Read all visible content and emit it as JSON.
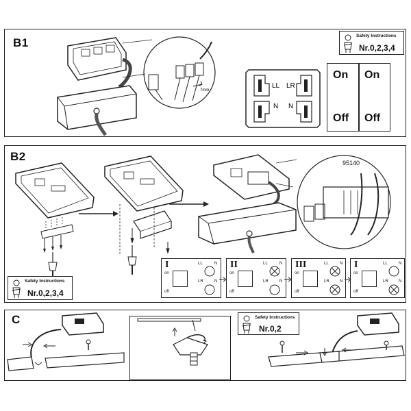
{
  "sections": {
    "b1": {
      "label": "B1"
    },
    "b2": {
      "label": "B2"
    },
    "c": {
      "label": "C"
    }
  },
  "safety": {
    "title": "Safety Instructions",
    "b1_nr": "Nr.0,2,3,4",
    "b2_nr": "Nr.0,2,3,4",
    "c_nr": "Nr.0,2"
  },
  "switch_panel": {
    "on_left": "On",
    "on_right": "On",
    "off_left": "Off",
    "off_right": "Off"
  },
  "terminal_labels": {
    "ll": "LL",
    "lr": "LR",
    "n_left": "N",
    "n_right": "N"
  },
  "b1_detail": {
    "dim": "7mm"
  },
  "b2_detail": {
    "model": "95140"
  },
  "steps": [
    {
      "roman": "I",
      "on": "on",
      "off": "off",
      "top": "LL",
      "bottom": "LR",
      "n1": "N",
      "n2": "N"
    },
    {
      "roman": "II",
      "on": "on",
      "off": "off",
      "top": "LL",
      "bottom": "LR",
      "n1": "N",
      "n2": "N"
    },
    {
      "roman": "III",
      "on": "on",
      "off": "off",
      "top": "LL",
      "bottom": "LR",
      "n1": "N",
      "n2": "N"
    },
    {
      "roman": "I",
      "on": "on",
      "off": "off",
      "top": "LL",
      "bottom": "LR",
      "n1": "N",
      "n2": "N"
    }
  ]
}
